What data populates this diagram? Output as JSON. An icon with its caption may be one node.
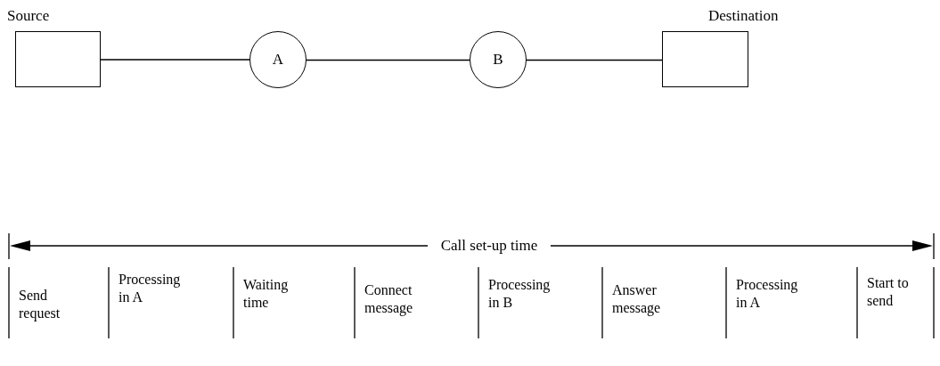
{
  "diagram": {
    "nodes": [
      {
        "text": [],
        "shape": "box",
        "beside": [
          "Source"
        ]
      },
      {
        "text": [
          "A"
        ]
      },
      {
        "text": [
          "B"
        ]
      },
      {
        "text": [],
        "shape": "box",
        "beside": [
          "Destination"
        ]
      }
    ],
    "edges": [
      {
        "from": 0,
        "to": 1,
        "arrow": "none"
      },
      {
        "from": 1,
        "to": 2,
        "arrow": "none"
      },
      {
        "from": 2,
        "to": 3,
        "arrow": "none"
      }
    ],
    "labels": [
      "Call set-up time",
      "Send request",
      "Processing in A",
      "Waiting time",
      "Connect message",
      "Processing in B",
      "Answer message",
      "Processing in A",
      "Start to send"
    ]
  }
}
